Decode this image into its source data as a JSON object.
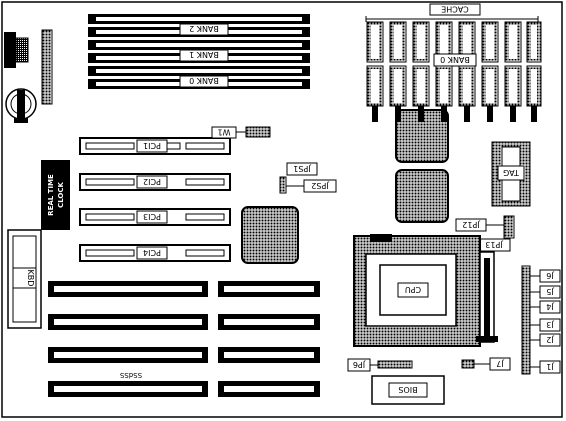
{
  "labels": {
    "bank2": "BANK 2",
    "bank1": "BANK 1",
    "bank0": "BANK 0",
    "cache": "CACHE",
    "cache_bank0": "BANK 0",
    "w1": "W1",
    "pci1": "PCI1",
    "pci2": "PCI2",
    "pci3": "PCI3",
    "pci4": "PCI4",
    "jps1": "JPS1",
    "jps2": "JPS2",
    "rtc1": "REAL TIME",
    "rtc2": "CLOCK",
    "tag": "TAG",
    "jp12": "JP12",
    "jp13": "JP13",
    "cpu": "CPU",
    "kbd": "KBD",
    "j6": "J6",
    "j5": "J5",
    "j4": "J4",
    "j3": "J3",
    "j2": "J2",
    "j1": "J1",
    "jp6": "JP6",
    "j7": "J7",
    "bios": "BIOS",
    "small_text": "SSdSS"
  }
}
